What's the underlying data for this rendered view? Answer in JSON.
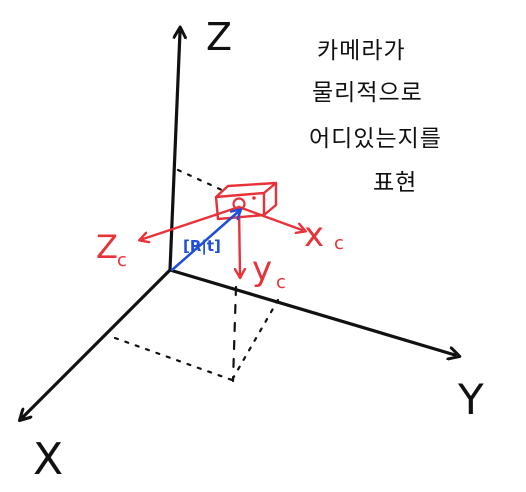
{
  "axes": {
    "z_label": "Z",
    "y_label": "Y",
    "x_label": "X"
  },
  "camera": {
    "xc_label": "x",
    "xc_sub": "c",
    "yc_label": "y",
    "yc_sub": "c",
    "zc_label": "Z",
    "zc_sub": "c",
    "pose_label": "[R|t]"
  },
  "note": {
    "lines": [
      "카메라가",
      "물리적으로",
      "어디있는지를",
      "표현"
    ]
  },
  "colors": {
    "ink": "#111111",
    "camera": "#e8323a",
    "pose": "#1f4fd6"
  }
}
